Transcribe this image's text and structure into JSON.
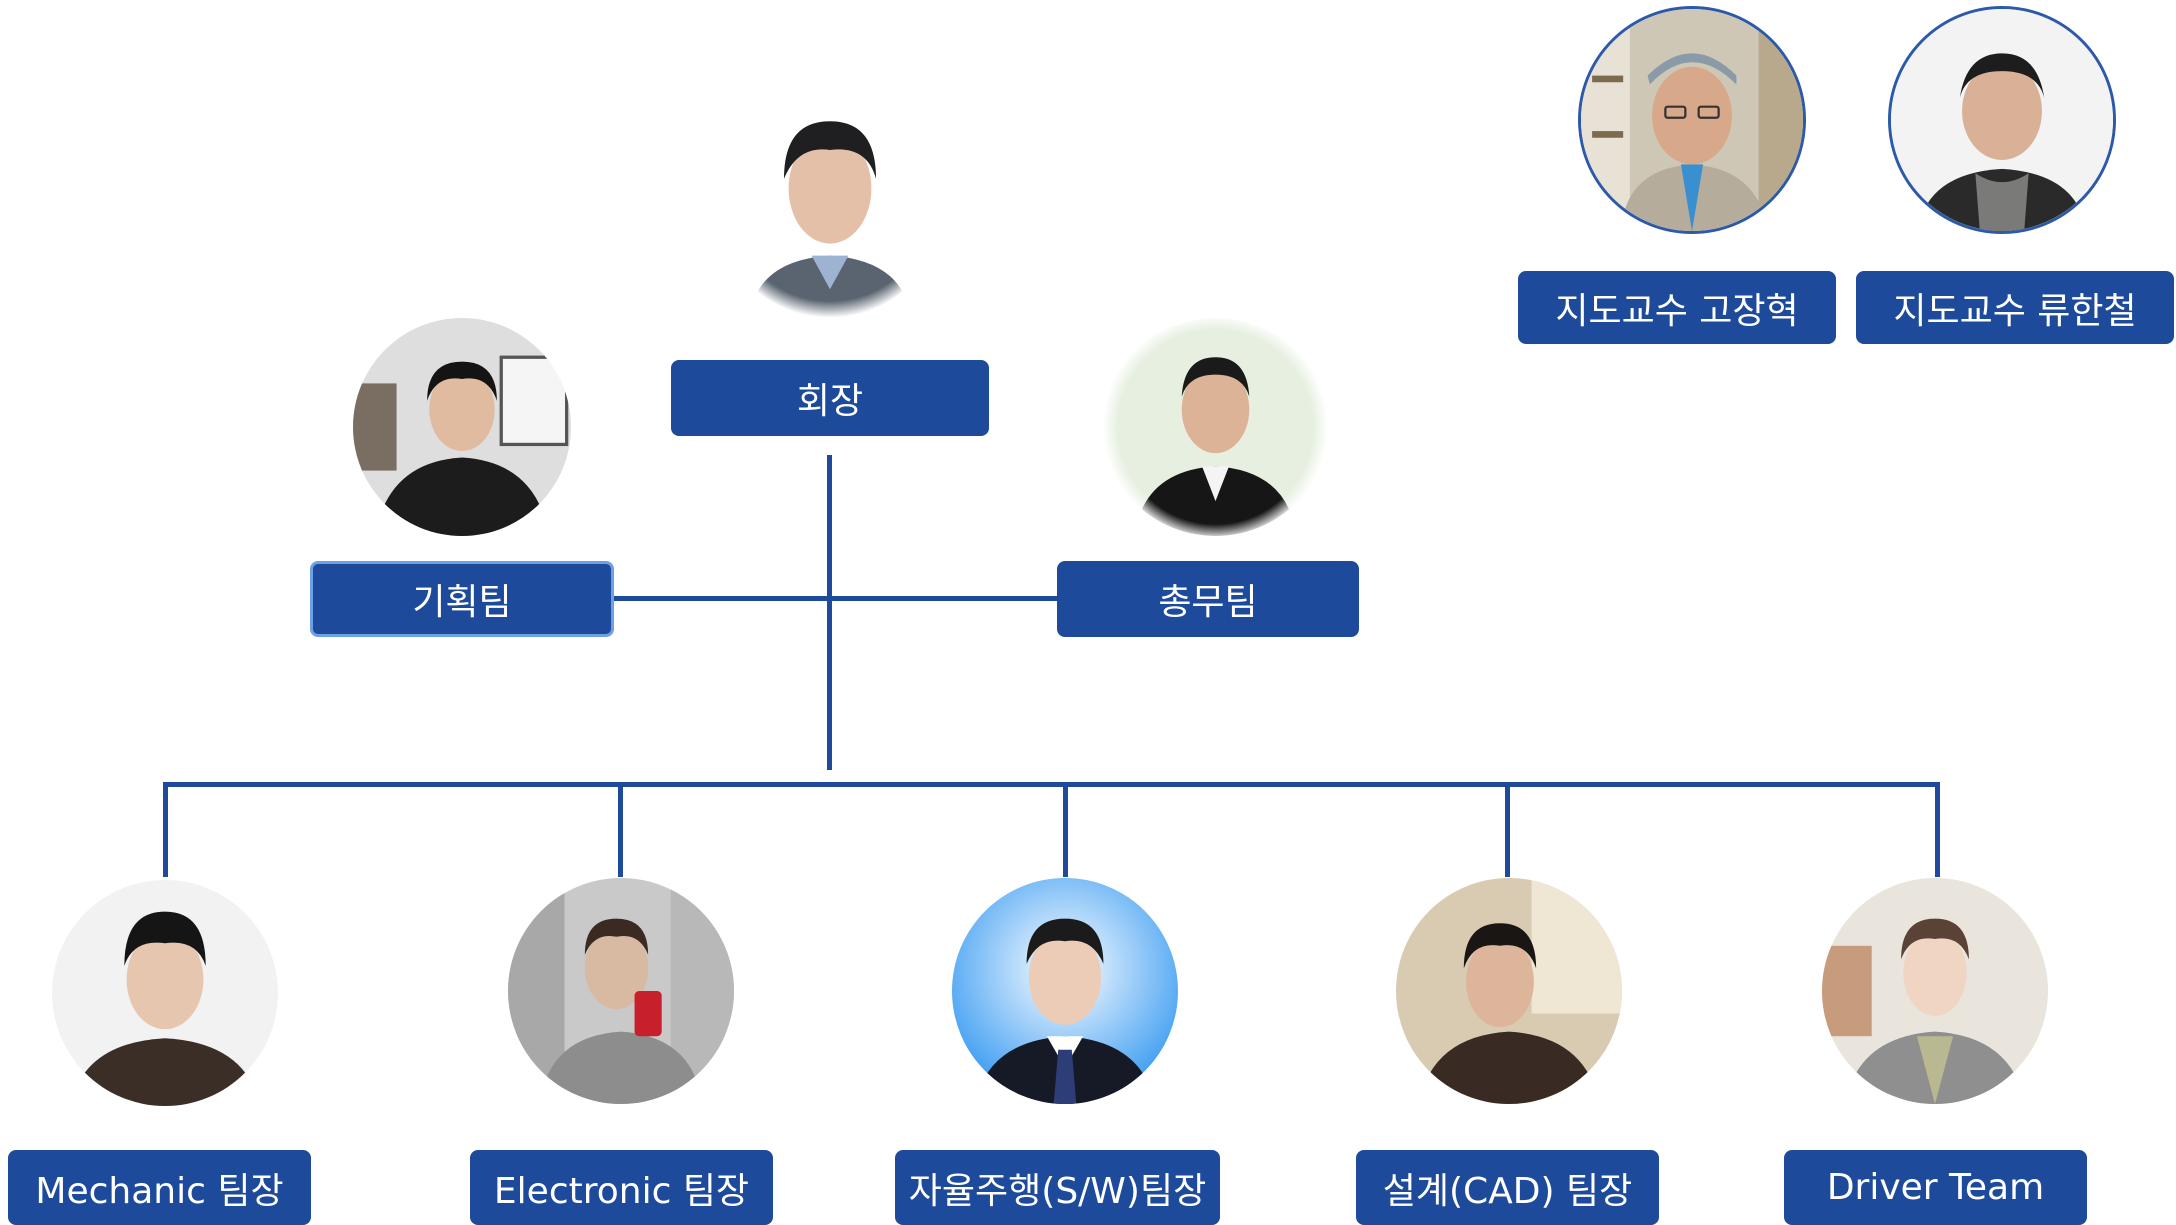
{
  "president": {
    "label": "회장"
  },
  "side_teams": [
    {
      "label": "기획팀"
    },
    {
      "label": "총무팀"
    }
  ],
  "advisors": [
    {
      "label": "지도교수 고장혁"
    },
    {
      "label": "지도교수 류한철"
    }
  ],
  "teams": [
    {
      "label": "Mechanic 팀장"
    },
    {
      "label": "Electronic 팀장"
    },
    {
      "label": "자율주행(S/W)팀장"
    },
    {
      "label": "설계(CAD) 팀장"
    },
    {
      "label": "Driver Team"
    }
  ],
  "colors": {
    "box": "#1e4a9c",
    "connector": "#1e4a9c",
    "background": "#ffffff"
  }
}
